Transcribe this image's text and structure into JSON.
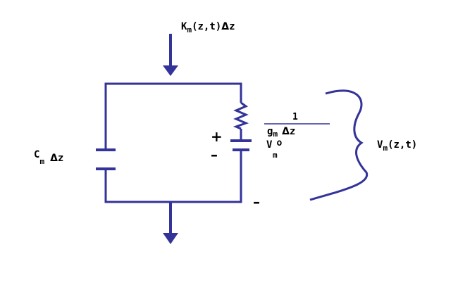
{
  "colors": {
    "wire": "#333399",
    "text": "#000000",
    "background": "#ffffff"
  },
  "labels": {
    "current_in": {
      "main": "K",
      "sub": "m",
      "rest": "(z,t)",
      "symbol": "Δ",
      "var": "z"
    },
    "capacitance": {
      "main": "C",
      "sub": "m",
      "symbol": "Δ",
      "var": "z"
    },
    "conductance": {
      "numerator": "1",
      "denominator": {
        "main": "g",
        "sub": "m",
        "symbol": "Δ",
        "var": "z"
      }
    },
    "battery": {
      "main": "V",
      "sub": "m",
      "super": "o"
    },
    "voltage": {
      "main": "V",
      "sub": "m",
      "rest": "(z,t)"
    },
    "battery_plus": "+",
    "battery_minus": "–",
    "node_minus": "–"
  }
}
